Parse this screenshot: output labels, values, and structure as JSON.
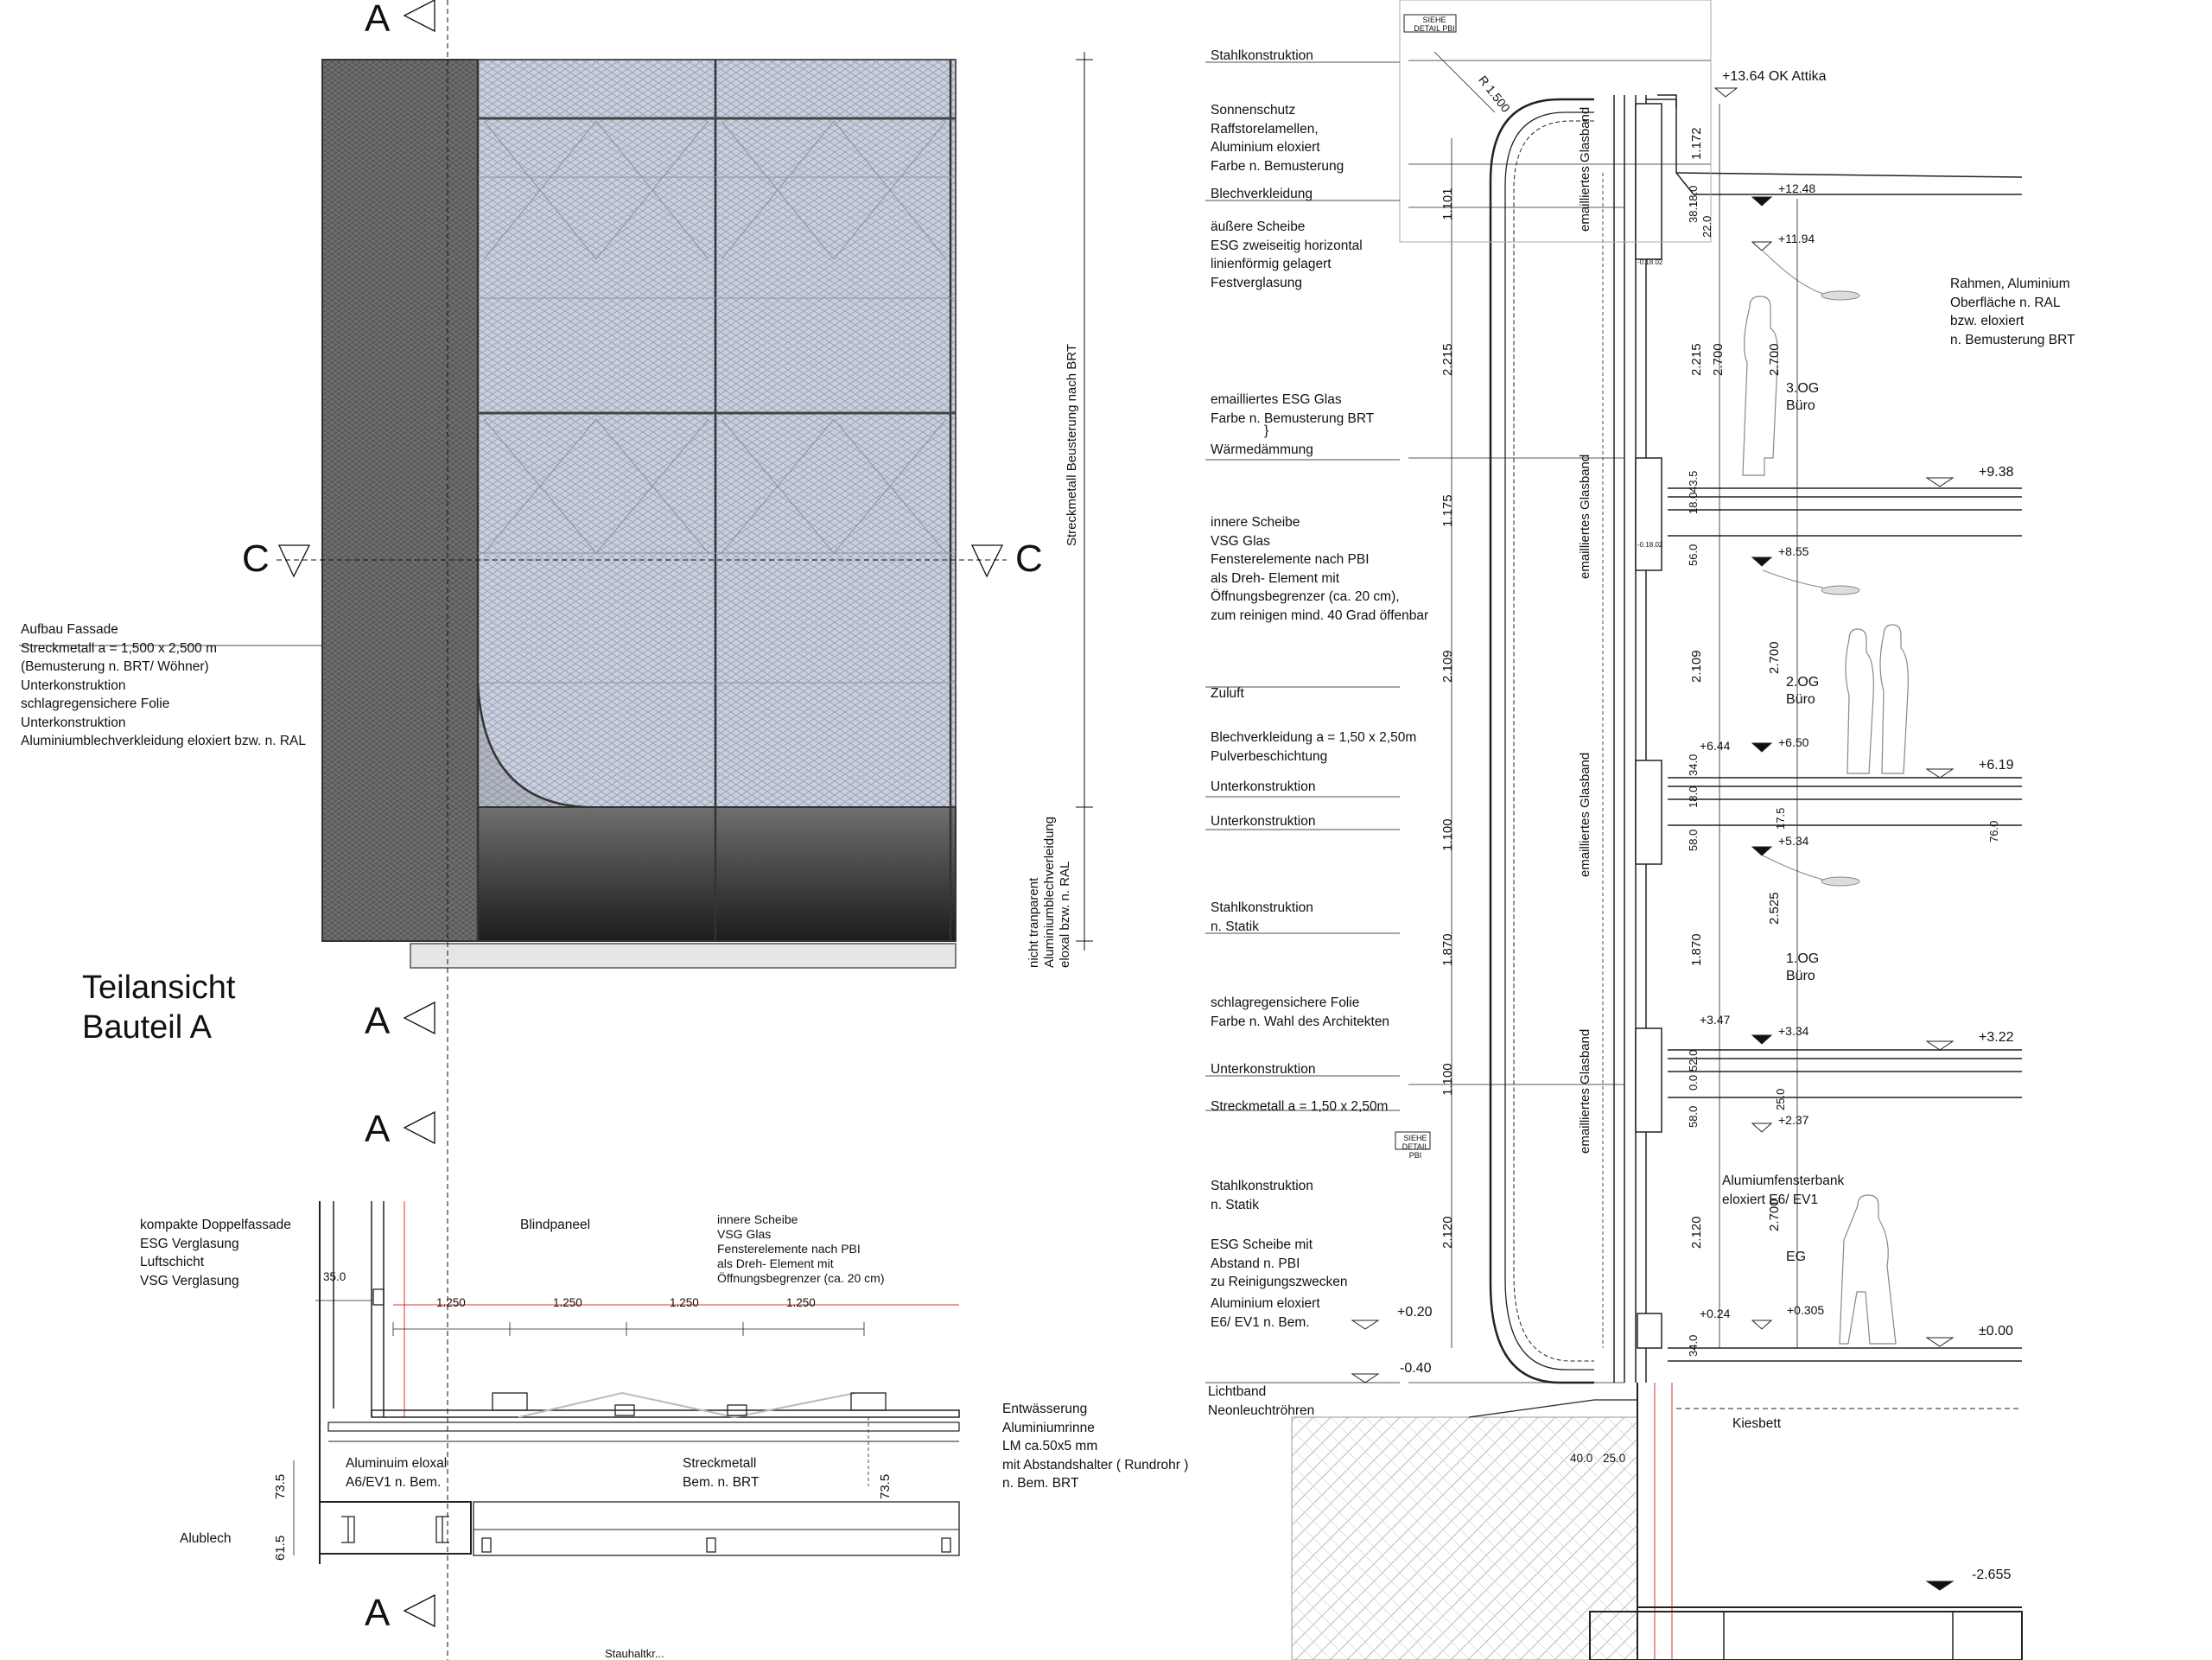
{
  "title": "Teilansicht\nBauteil A",
  "section_markers": {
    "A": "A",
    "C": "C"
  },
  "elevation_labels": {
    "aufbau_fassade": "Aufbau Fassade\nStreckmetall  a = 1,500 x 2,500 m\n(Bemusterung n. BRT/ Wöhner)\nUnterkonstruktion\nschlagregensichere Folie\nUnterkonstruktion\nAluminiumblechverkleidung eloxiert bzw. n. RAL",
    "streckmetall_vertical": "Streckmetall Beusterung nach BRT",
    "nicht_transparent_vertical": "nicht tranparent\nAluminiumblechverleidung\neloxal bzw. n. RAL"
  },
  "plan_labels": {
    "kompakte": "kompakte Doppelfassade\nESG Verglasung\nLuftschicht\nVSG Verglasung",
    "blindpaneel": "Blindpaneel",
    "innere_scheibe": "innere Scheibe\nVSG Glas\nFensterelemente nach PBI\nals Dreh- Element mit\nÖffnungsbegrenzer (ca. 20 cm)",
    "dim_350": "35.0",
    "dims_1250": [
      "1.250",
      "1.250",
      "1.250",
      "1.250"
    ],
    "entwaesserung": "Entwässerung\nAluminiumrinne\nLM ca.50x5 mm\nmit Abstandshalter ( Rundrohr )\nn. Bem. BRT",
    "aluminium_eloxal": "Aluminuim eloxal\nA6/EV1 n. Bem.",
    "streckmetall_bem": "Streckmetall\nBem. n. BRT",
    "alublech": "Alublech",
    "dim_735": "73.5",
    "dim_615": "61.5",
    "bottom_cut": "Stauhaltkr..."
  },
  "section_labels": {
    "detail_top": "SIEHE DETAIL\nPBI",
    "detail_mid": "SIEHE DETAIL\nPBI",
    "radius": "R 1.500",
    "stahlkonstruktion_top": "Stahlkonstruktion",
    "sonnenschutz": "Sonnenschutz\nRaffstorelamellen,\nAluminium eloxiert\nFarbe n. Bemusterung",
    "blechverkleidung": "Blechverkleidung",
    "aeussere_scheibe": "äußere Scheibe\nESG zweiseitig horizontal\nlinienförmig gelagert\nFestverglasung",
    "emailliertes_esg": "emailliertes ESG Glas\nFarbe n. Bemusterung BRT",
    "brace": "}",
    "waermedaemmung": "Wärmedämmung",
    "innere_scheibe": "innere Scheibe\nVSG Glas\nFensterelemente nach PBI\nals Dreh- Element mit\nÖffnungsbegrenzer (ca. 20 cm),\nzum reinigen mind. 40 Grad öffenbar",
    "zuluft": "Zuluft",
    "blechverkleidung_a": "Blechverkleidung a = 1,50 x 2,50m\nPulverbeschichtung",
    "unterkonstruktion_1": "Unterkonstruktion",
    "unterkonstruktion_2": "Unterkonstruktion",
    "stahlkonstruktion_statik_1": "Stahlkonstruktion\nn. Statik",
    "schlagregensichere": "schlagregensichere Folie\nFarbe n. Wahl des Architekten",
    "unterkonstruktion_3": "Unterkonstruktion",
    "streckmetall": "Streckmetall a = 1,50 x 2,50m",
    "stahlkonstruktion_statik_2": "Stahlkonstruktion\nn. Statik",
    "esg_scheibe": "ESG Scheibe mit\nAbstand n. PBI\nzu Reinigungszwecken",
    "aluminium_eloxiert": "Aluminium eloxiert\nE6/ EV1 n. Bem.",
    "lichtband": "Lichtband\nNeonleuchtröhren",
    "kiesbett": "Kiesbett",
    "rahmen": "Rahmen, Aluminium\nOberfläche n. RAL\nbzw. eloxiert\nn. Bemusterung BRT",
    "fensterbank": "Alumiumfensterbank\neloxiert E6/ EV1",
    "glasband": "emailliertes Glasband"
  },
  "levels": {
    "attika": "+13.64 OK Attika",
    "l1248": "+12.48",
    "l1194": "+11.94",
    "l938": "+9.38",
    "l855": "+8.55",
    "l644": "+6.44",
    "l650": "+6.50",
    "l619": "+6.19",
    "l534": "+5.34",
    "l347": "+3.47",
    "l334": "+3.34",
    "l322": "+3.22",
    "l237": "+2.37",
    "l020": "+0.20",
    "l024": "+0.24",
    "l0305": "+0.305",
    "l000": "±0.00",
    "lm040": "-0.40",
    "lm2655": "-2.655"
  },
  "rooms": {
    "og3": "3.OG\nBüro",
    "og2": "2.OG\nBüro",
    "og1": "1.OG\nBüro",
    "eg": "EG"
  },
  "dims_left": [
    "1.101",
    "2.215",
    "1.175",
    "2.109",
    "1.100",
    "1.870",
    "1.100",
    "2.120"
  ],
  "dims_inner": [
    "1.172",
    "2.215",
    "2.109",
    "1.870",
    "2.120"
  ],
  "dims_room": [
    "2.700",
    "2.700",
    "2.700",
    "2.525",
    "2.700"
  ],
  "dims_small": [
    "38.1",
    "18.0",
    "22.0",
    "43.5",
    "18.0",
    "56.0",
    "34.0",
    "18.0",
    "58.0",
    "17.5",
    "76.0",
    "52.0",
    "0.0",
    "58.0",
    "25.0",
    "34.0",
    "40.0",
    "25.0"
  ],
  "tiny_marks": [
    "-0.18.02",
    "-0.18.02"
  ]
}
